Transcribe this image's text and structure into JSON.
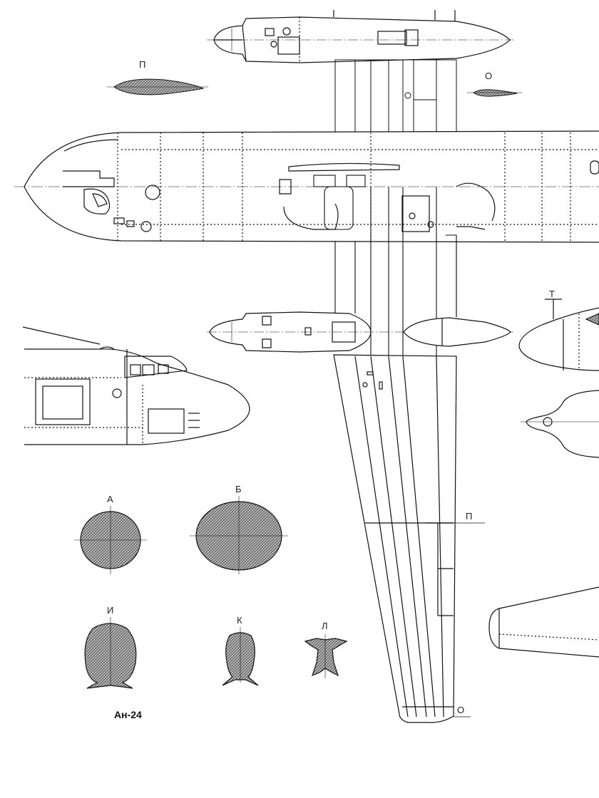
{
  "drawing": {
    "title": "Ан-24",
    "section_labels": {
      "A": "А",
      "B": "Б",
      "I": "И",
      "K": "К",
      "L": "Л",
      "P_top": "П",
      "O_top": "О",
      "T": "Т",
      "P_wing": "П",
      "O_wing": "О"
    }
  }
}
